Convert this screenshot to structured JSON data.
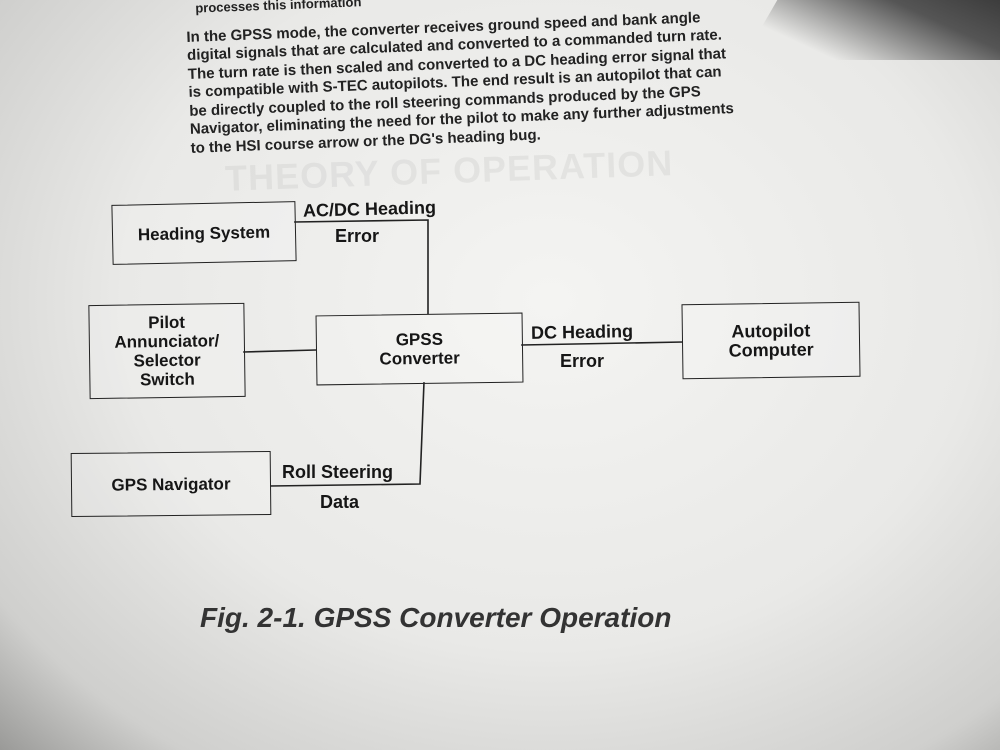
{
  "document": {
    "paragraph_lines": [
      "processes this information",
      "In the GPSS mode, the converter receives ground speed and bank angle",
      "digital signals that are calculated and converted to a commanded turn rate.",
      "The turn rate is then scaled and converted to a DC heading error signal that",
      "is compatible with S-TEC autopilots.  The end result is an autopilot that can",
      "be directly coupled to the roll steering commands produced by the GPS",
      "Navigator, eliminating the need for the pilot to make any further adjustments",
      "to the HSI course arrow or the DG's heading bug."
    ],
    "ghost_heading": "THEORY OF OPERATION"
  },
  "diagram": {
    "boxes": {
      "heading_system": "Heading System",
      "pilot_annunciator": "Pilot Annunciator/ Selector Switch",
      "gpss_converter": "GPSS Converter",
      "autopilot_computer": "Autopilot Computer",
      "gps_navigator": "GPS Navigator"
    },
    "labels": {
      "ac_dc_heading": "AC/DC Heading",
      "error_top": "Error",
      "dc_heading": "DC Heading",
      "error_right": "Error",
      "roll_steering": "Roll Steering",
      "data": "Data"
    }
  },
  "caption": "Fig. 2-1. GPSS Converter Operation"
}
